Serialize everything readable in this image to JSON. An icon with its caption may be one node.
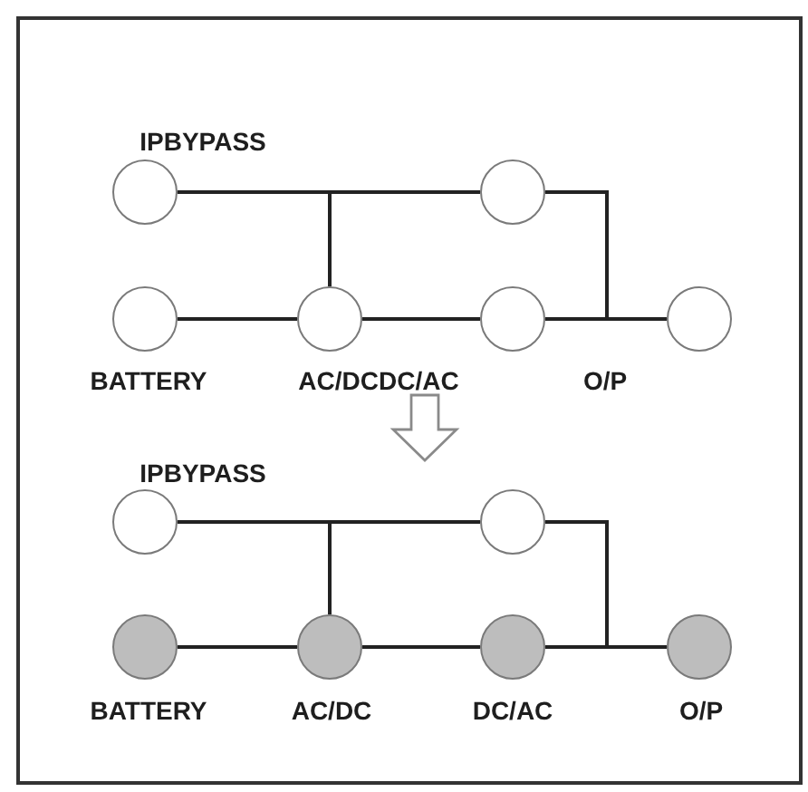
{
  "diagram": {
    "nodes": [
      {
        "text": [],
        "shape": "circle",
        "beside": [
          "IPBYPASS"
        ]
      },
      {
        "text": [],
        "shape": "circle"
      },
      {
        "text": [],
        "shape": "circle",
        "beside": [
          "BATTERY"
        ]
      },
      {
        "text": [],
        "shape": "circle"
      },
      {
        "text": [],
        "shape": "circle"
      },
      {
        "text": [],
        "shape": "circle"
      },
      {
        "text": [],
        "shape": "circle",
        "beside": [
          "IPBYPASS"
        ]
      },
      {
        "text": [],
        "shape": "circle"
      },
      {
        "text": [],
        "shape": "circle",
        "beside": [
          "BATTERY"
        ]
      },
      {
        "text": [],
        "shape": "circle",
        "beside": [
          "AC/DC"
        ]
      },
      {
        "text": [],
        "shape": "circle",
        "beside": [
          "DC/AC"
        ]
      },
      {
        "text": [],
        "shape": "circle",
        "beside": [
          "O/P"
        ]
      }
    ],
    "edges": [
      {
        "from": 0,
        "to": 1,
        "arrow": "none"
      },
      {
        "from": 0,
        "to": 3,
        "arrow": "none"
      },
      {
        "from": 2,
        "to": 3,
        "arrow": "none"
      },
      {
        "from": 3,
        "to": 4,
        "arrow": "none"
      },
      {
        "from": 4,
        "to": 5,
        "arrow": "none"
      },
      {
        "from": 1,
        "to": 5,
        "arrow": "none"
      },
      {
        "from": 6,
        "to": 7,
        "arrow": "none"
      },
      {
        "from": 6,
        "to": 9,
        "arrow": "none"
      },
      {
        "from": 8,
        "to": 9,
        "arrow": "none"
      },
      {
        "from": 9,
        "to": 10,
        "arrow": "none"
      },
      {
        "from": 10,
        "to": 11,
        "arrow": "none"
      },
      {
        "from": 7,
        "to": 11,
        "arrow": "none"
      }
    ],
    "labels": [
      "AC/DCDC/AC",
      "O/P"
    ]
  }
}
